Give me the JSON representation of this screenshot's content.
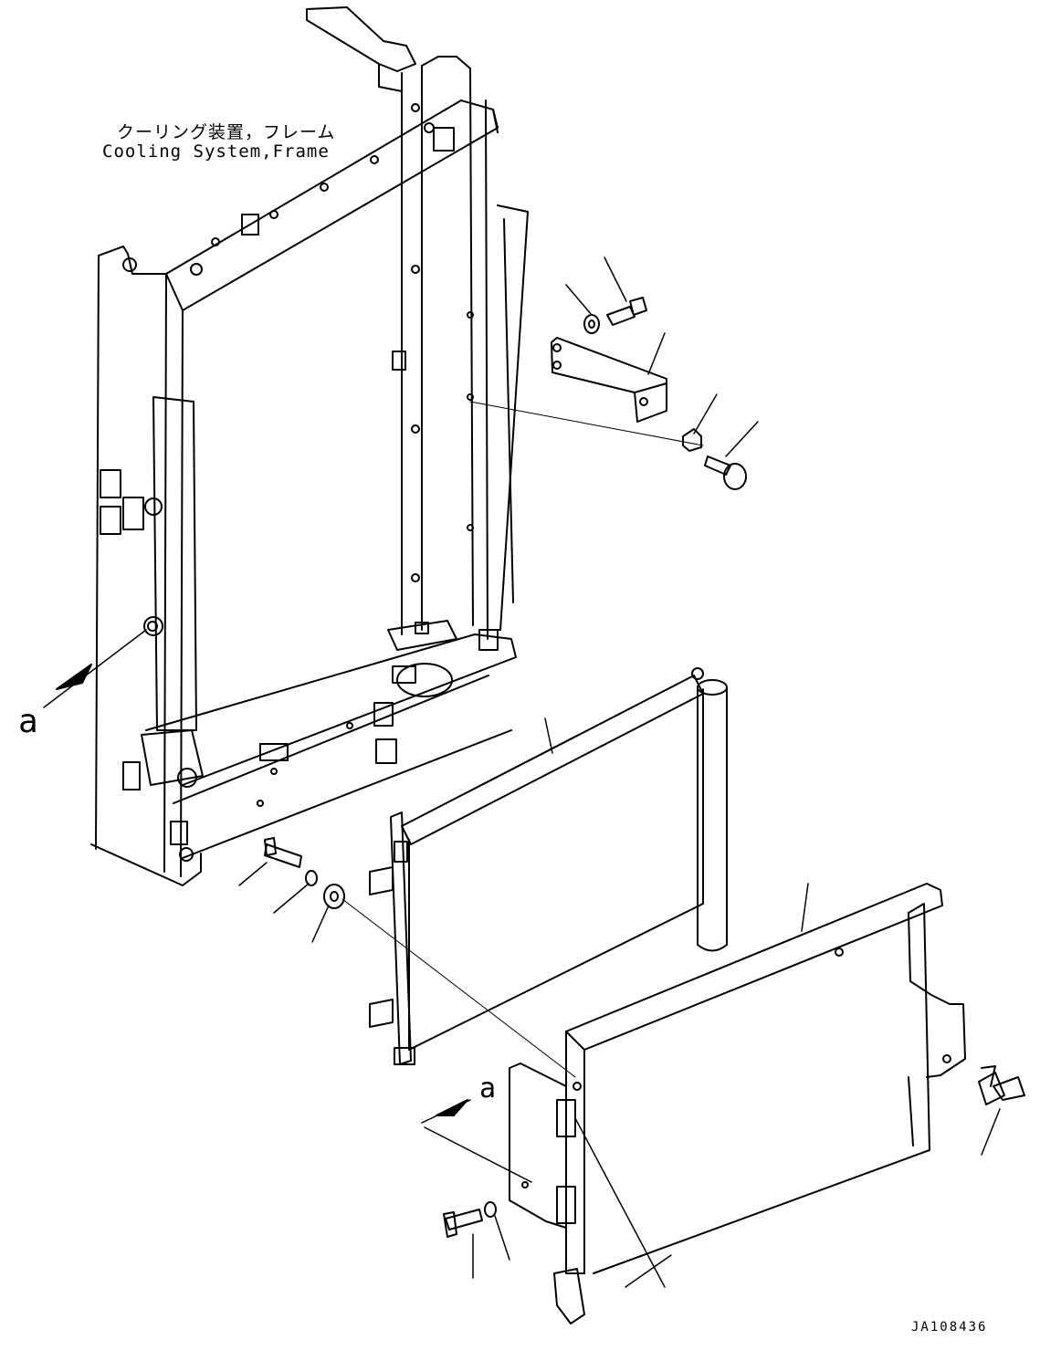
{
  "title": {
    "jp": "クーリング装置，フレーム",
    "en": "Cooling System,Frame"
  },
  "view_labels": [
    "a",
    "a"
  ],
  "drawing_id": "JA108436",
  "colors": {
    "line": "#000000",
    "background": "#ffffff"
  }
}
